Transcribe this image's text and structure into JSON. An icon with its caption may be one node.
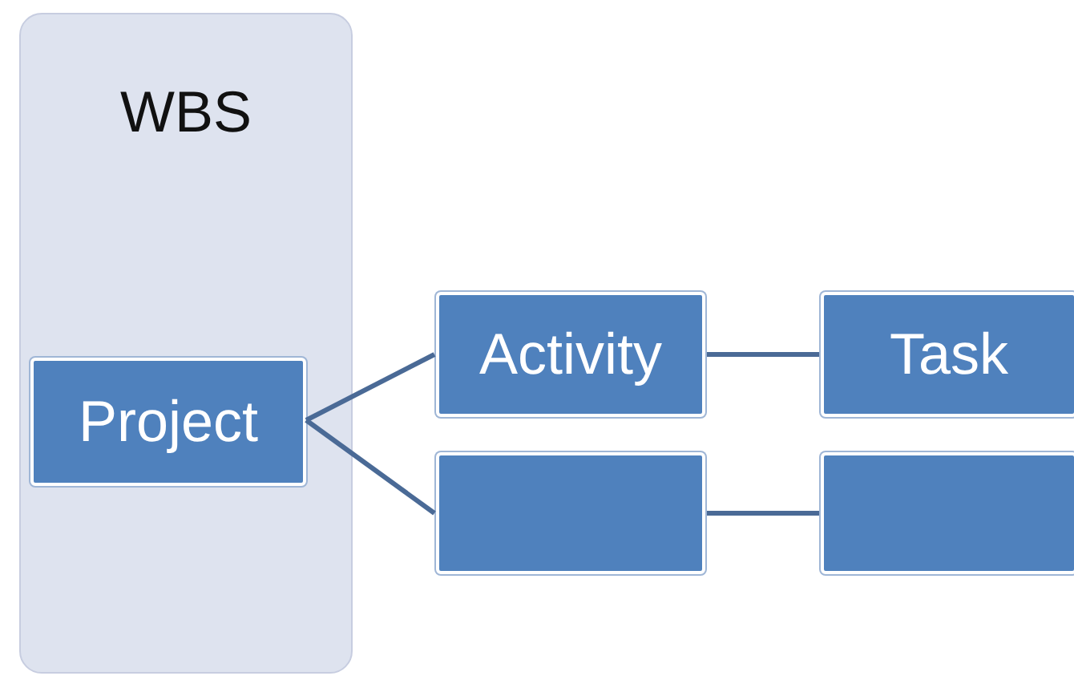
{
  "diagram": {
    "nodes": [
      {
        "text": [
          "WBS"
        ]
      },
      {
        "text": [
          "Project"
        ],
        "in": 0
      },
      {
        "text": [
          "Activity"
        ]
      },
      {
        "text": [
          "Task"
        ]
      },
      {
        "text": [],
        "shape": "box"
      },
      {
        "text": [],
        "shape": "box"
      }
    ],
    "edges": [
      {
        "from": 1,
        "to": 2,
        "arrow": "none"
      },
      {
        "from": 1,
        "to": 4,
        "arrow": "none"
      },
      {
        "from": 2,
        "to": 3,
        "arrow": "none"
      },
      {
        "from": 4,
        "to": 5,
        "arrow": "none"
      }
    ]
  }
}
